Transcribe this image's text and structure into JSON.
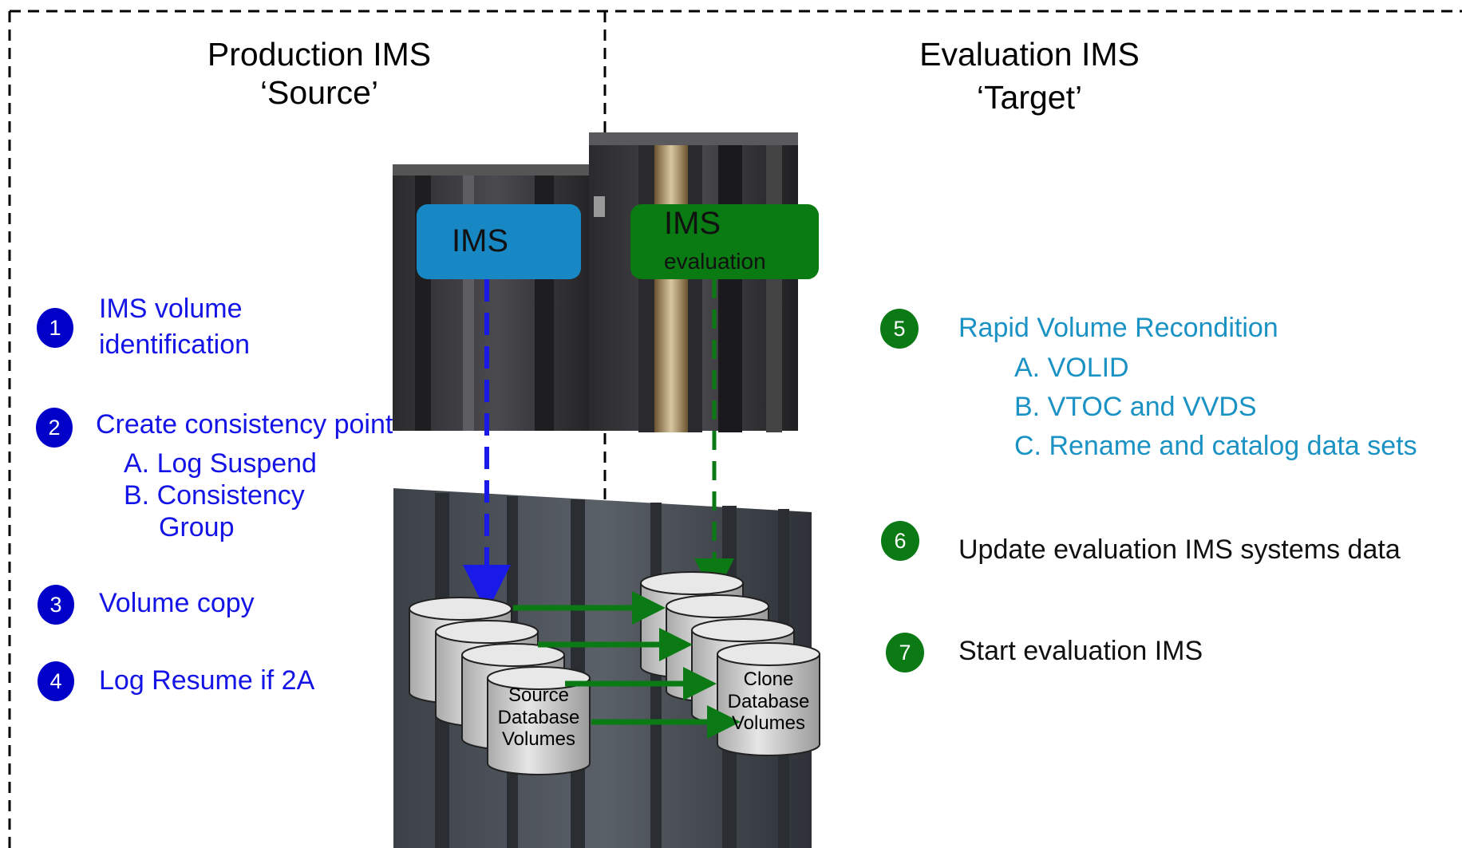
{
  "colors": {
    "step_blue": "#1414e6",
    "step_teal": "#1a92c4",
    "circle_blue": "#0000c8",
    "circle_green": "#0b7a14",
    "ims_box_blue": "#1888c4",
    "ims_box_green": "#0a7a12",
    "arrow_green": "#0b7a14",
    "arrow_blue": "#1a1ae8"
  },
  "source": {
    "title": "Production IMS",
    "subtitle": "‘Source’",
    "ims_label": "IMS",
    "volumes_label": [
      "Source",
      "Database",
      "Volumes"
    ]
  },
  "target": {
    "title": "Evaluation IMS",
    "subtitle": "‘Target’",
    "ims_label": "IMS",
    "ims_sublabel": "evaluation",
    "volumes_label": [
      "Clone",
      "Database",
      "Volumes"
    ]
  },
  "steps": [
    {
      "num": "1",
      "lines": [
        "IMS volume",
        "identification"
      ]
    },
    {
      "num": "2",
      "label": "Create consistency point",
      "subs": [
        "A. Log Suspend",
        "B. Consistency",
        "Group"
      ]
    },
    {
      "num": "3",
      "label": "Volume copy"
    },
    {
      "num": "4",
      "label": "Log Resume if 2A"
    },
    {
      "num": "5",
      "label": "Rapid Volume Recondition",
      "subs": [
        "A. VOLID",
        "B. VTOC and VVDS",
        "C. Rename and catalog data sets"
      ]
    },
    {
      "num": "6",
      "label": "Update evaluation  IMS systems data"
    },
    {
      "num": "7",
      "label": "Start evaluation IMS"
    }
  ]
}
